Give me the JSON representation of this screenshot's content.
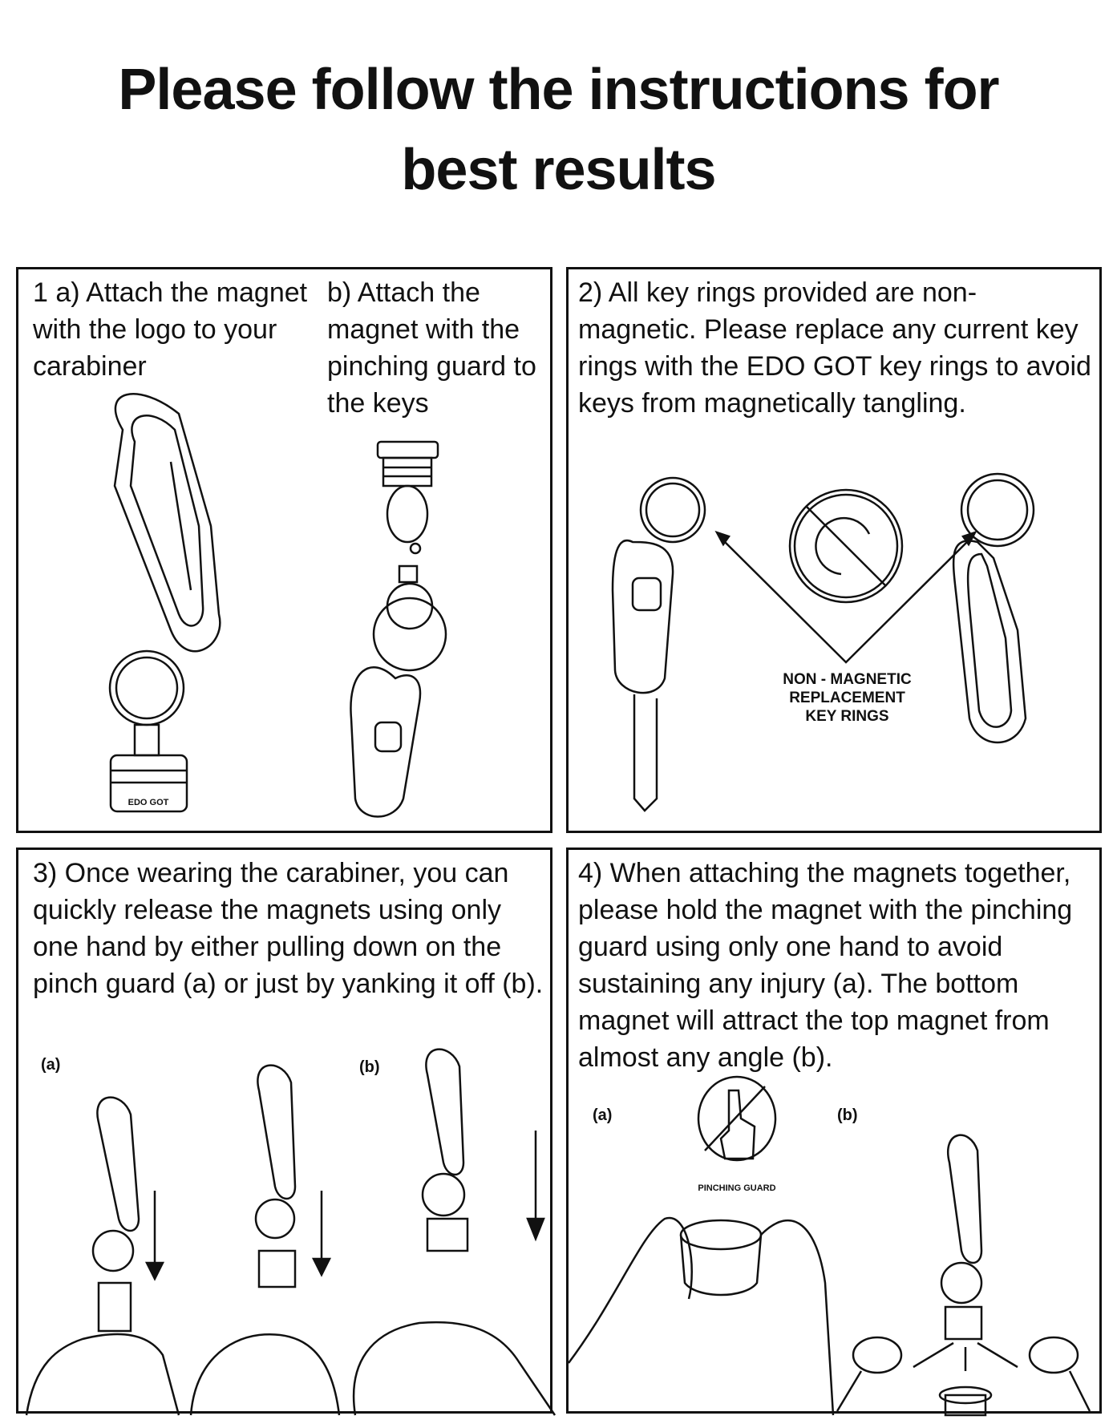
{
  "title": "Please follow the instructions for best results",
  "step1": {
    "a_text": "1 a) Attach the magnet with the logo to your carabiner",
    "b_text": "b) Attach the magnet with the pinching guard to the keys",
    "logo_text": "EDO GOT"
  },
  "step2": {
    "text": "2) All key rings provided are non-magnetic. Please replace any current key rings with the EDO GOT key rings to avoid keys from magnetically tangling.",
    "caption_lines": [
      "NON - MAGNETIC",
      "REPLACEMENT",
      "KEY RINGS"
    ]
  },
  "step3": {
    "text": "3) Once wearing the carabiner, you can quickly release the magnets using only one hand by either pulling down on the pinch guard (a) or just by yanking it off (b).",
    "label_a": "(a)",
    "label_b": "(b)"
  },
  "step4": {
    "text": "4) When attaching the magnets together, please hold the magnet with the pinching guard using only one hand to avoid sustaining any injury (a). The bottom magnet will attract the top magnet from almost any angle (b).",
    "label_a": "(a)",
    "label_b": "(b)",
    "icon_caption": "PINCHING GUARD"
  }
}
